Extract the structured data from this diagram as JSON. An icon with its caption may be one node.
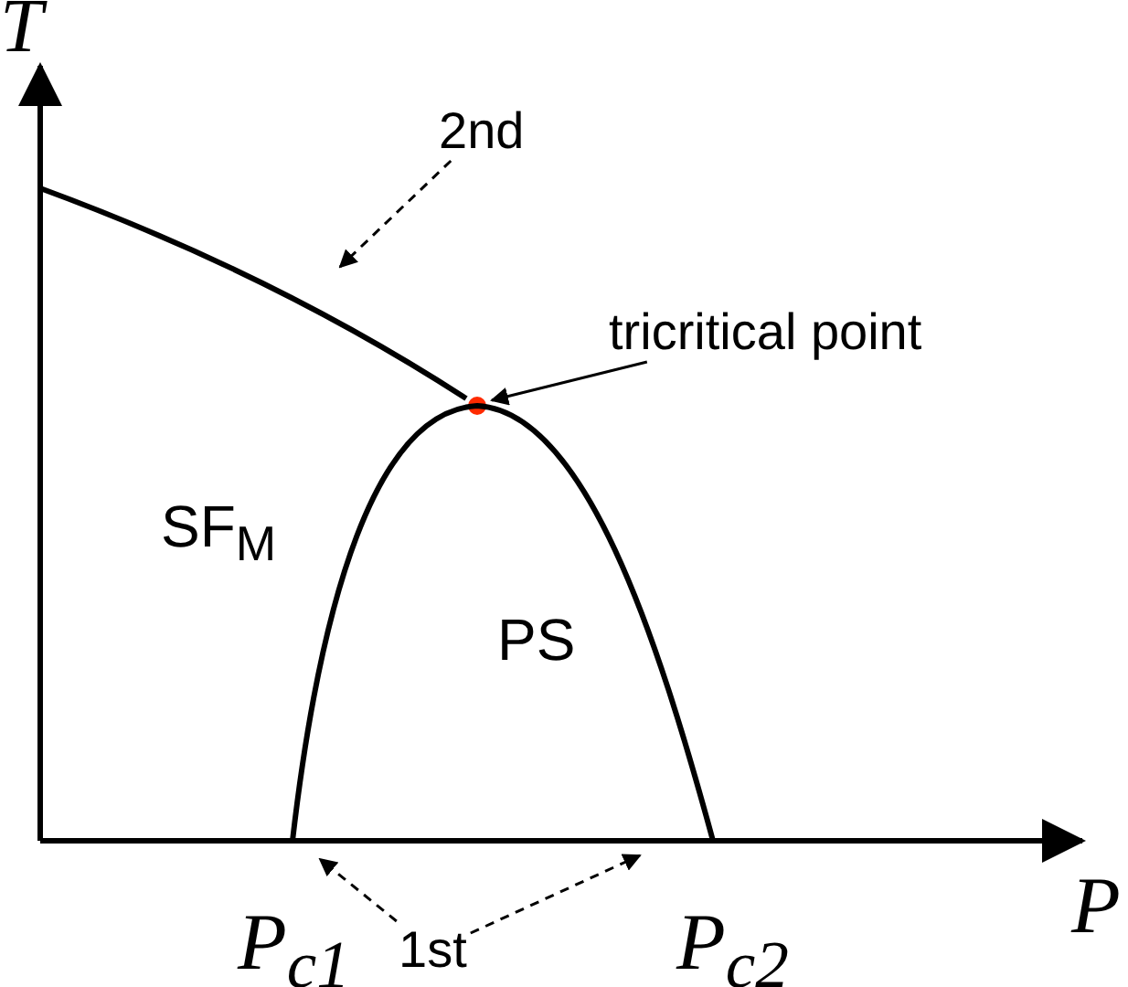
{
  "diagram": {
    "nodes": [
      {
        "text": [
          "2nd"
        ]
      },
      {
        "text": [],
        "shape": "curve"
      },
      {
        "text": [
          "tricritical point"
        ]
      },
      {
        "text": [],
        "shape": "circle"
      },
      {
        "text": [
          "1st"
        ]
      },
      {
        "text": [],
        "shape": "curve"
      }
    ],
    "edges": [
      {
        "from": 0,
        "to": 1,
        "arrow": "to",
        "style": "dashed"
      },
      {
        "from": 2,
        "to": 3,
        "arrow": "to"
      },
      {
        "from": 4,
        "to": 5,
        "arrow": "to",
        "style": "dashed"
      },
      {
        "from": 4,
        "to": 5,
        "arrow": "to",
        "style": "dashed"
      }
    ],
    "labels": [
      "T",
      "P",
      "SF$_{M}$",
      "PS",
      "P$_{c1}$",
      "P$_{c2}$"
    ]
  }
}
